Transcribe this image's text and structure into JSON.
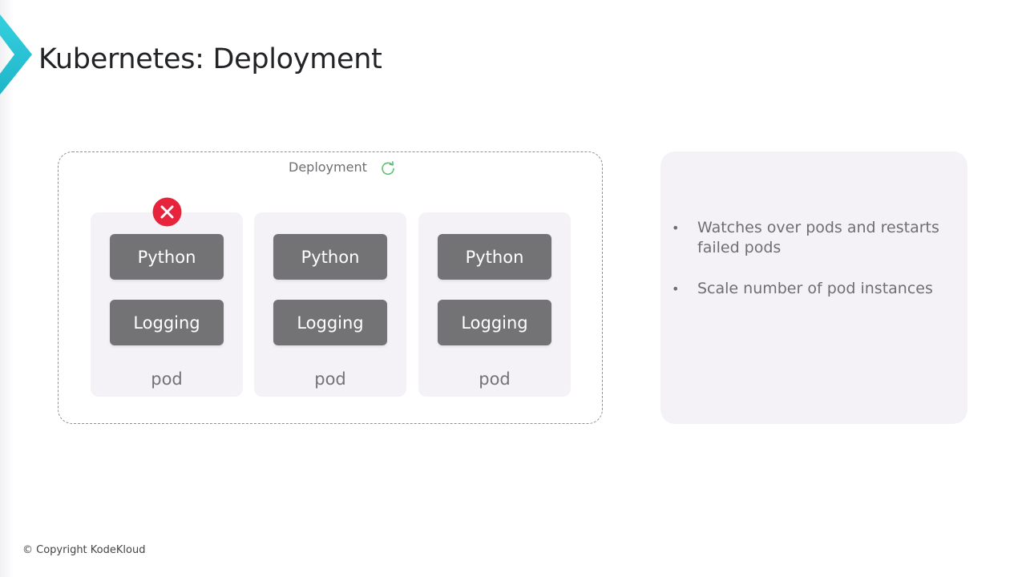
{
  "slide": {
    "title": "Kubernetes: Deployment"
  },
  "diagram": {
    "deployment_label": "Deployment",
    "pods": [
      {
        "containers": [
          "Python",
          "Logging"
        ],
        "label": "pod",
        "failed": true
      },
      {
        "containers": [
          "Python",
          "Logging"
        ],
        "label": "pod",
        "failed": false
      },
      {
        "containers": [
          "Python",
          "Logging"
        ],
        "label": "pod",
        "failed": false
      }
    ]
  },
  "info": {
    "bullets": [
      {
        "marker": "•",
        "text": "Watches over pods and restarts failed pods"
      },
      {
        "marker": "•",
        "text": "Scale number of pod instances"
      }
    ]
  },
  "footer": {
    "copyright": "© Copyright KodeKloud"
  },
  "colors": {
    "accent_cyan": "#2bc8d8",
    "container_gray": "#737376",
    "pod_background": "#f5f2f7",
    "failed_red": "#e8243c",
    "refresh_green": "#5cc26e"
  },
  "icons": {
    "logo": "kodekloud-logo-icon",
    "refresh": "refresh-icon",
    "failed": "close-circle-icon"
  }
}
